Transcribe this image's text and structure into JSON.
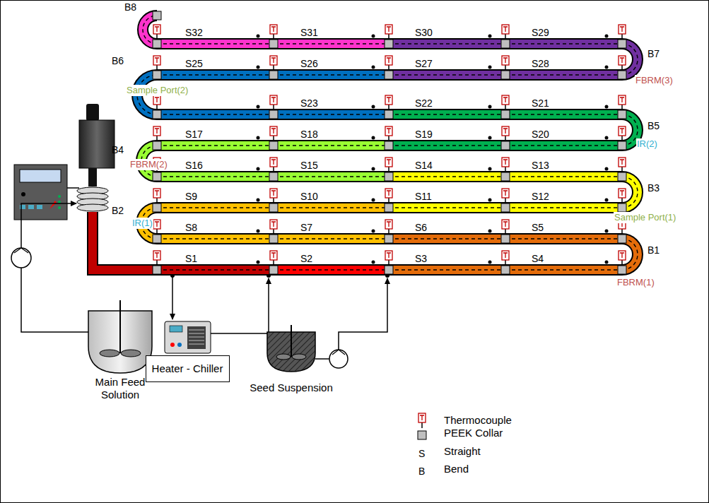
{
  "diagram": {
    "nodes": [
      {
        "text": [
          "Main Feed Solution"
        ]
      },
      {
        "text": [
          "Heater - Chiller"
        ]
      },
      {
        "text": [
          "Seed Suspension"
        ]
      }
    ],
    "labels": [
      "B8",
      "S32",
      "S31",
      "S30",
      "S29",
      "B6",
      "S25",
      "S26",
      "S27",
      "S28",
      "B7",
      "FBRM(3)",
      "Sample Port(2)",
      "S23",
      "S22",
      "S21",
      "B5",
      "B4",
      "S17",
      "S18",
      "S19",
      "S20",
      "IR(2)",
      "FBRM(2)",
      "S16",
      "S15",
      "S14",
      "S13",
      "B3",
      "B2",
      "S9",
      "S10",
      "S11",
      "S12",
      "Sample Port(1)",
      "IR(1)",
      "S8",
      "S7",
      "S6",
      "S5",
      "B1",
      "S1",
      "S2",
      "S3",
      "S4",
      "FBRM(1)",
      "S",
      "B"
    ],
    "legend": [
      {
        "text": "Thermocouple"
      },
      {
        "text": "PEEK Collar"
      },
      {
        "text": "Straight"
      },
      {
        "text": "Bend"
      }
    ]
  }
}
